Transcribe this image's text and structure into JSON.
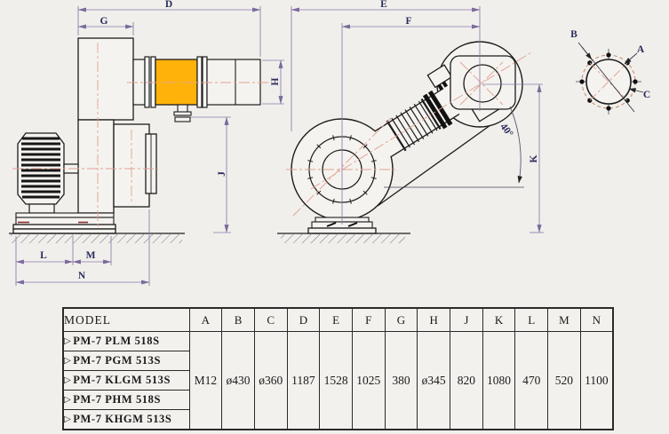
{
  "side_view": {
    "D": "D",
    "G": "G",
    "H": "H",
    "J": "J",
    "L": "L",
    "M": "M",
    "N": "N"
  },
  "front_view": {
    "E": "E",
    "F": "F",
    "K": "K",
    "angle": "40°"
  },
  "flange_view": {
    "A": "A",
    "B": "B",
    "C": "C"
  },
  "table": {
    "model_header": "MODEL",
    "marker": "▷",
    "columns": [
      "A",
      "B",
      "C",
      "D",
      "E",
      "F",
      "G",
      "H",
      "J",
      "K",
      "L",
      "M",
      "N"
    ],
    "models": [
      "PM-7 PLM 518S",
      "PM-7 PGM 513S",
      "PM-7 KLGM 513S",
      "PM-7 PHM 518S",
      "PM-7 KHGM 513S"
    ],
    "values": [
      "M12",
      "ø430",
      "ø360",
      "1187",
      "1528",
      "1025",
      "380",
      "ø345",
      "820",
      "1080",
      "470",
      "520",
      "1100"
    ]
  },
  "colors": {
    "background": "#f1efeb",
    "accent_orange": "#ffb30a",
    "centerline_pink": "#dfa090",
    "dimension_purple": "#8a7aac",
    "line_black": "#1c1c1c"
  }
}
